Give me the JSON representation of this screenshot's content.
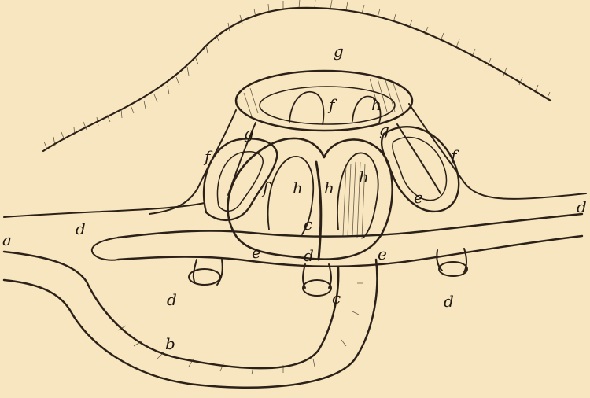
{
  "figure": {
    "labels": [
      {
        "id": "g-top",
        "text": "g"
      },
      {
        "id": "f-top",
        "text": "f"
      },
      {
        "id": "h-top",
        "text": "h"
      },
      {
        "id": "g-left",
        "text": "g"
      },
      {
        "id": "f-left",
        "text": "f"
      },
      {
        "id": "g-right",
        "text": "g"
      },
      {
        "id": "f-center",
        "text": "f"
      },
      {
        "id": "h-center-a",
        "text": "h"
      },
      {
        "id": "h-center-b",
        "text": "h"
      },
      {
        "id": "h-center-c",
        "text": "h"
      },
      {
        "id": "c-center",
        "text": "c"
      },
      {
        "id": "f-right",
        "text": "f"
      },
      {
        "id": "e-right-loop",
        "text": "e"
      },
      {
        "id": "a-left",
        "text": "a"
      },
      {
        "id": "d-left",
        "text": "d"
      },
      {
        "id": "e-mid-left",
        "text": "e"
      },
      {
        "id": "d-mid",
        "text": "d"
      },
      {
        "id": "e-mid-right",
        "text": "e"
      },
      {
        "id": "d-right-edge",
        "text": "d"
      },
      {
        "id": "d-lower-left",
        "text": "d"
      },
      {
        "id": "c-lower",
        "text": "c"
      },
      {
        "id": "d-lower-right",
        "text": "d"
      },
      {
        "id": "b-bottom",
        "text": "b"
      }
    ]
  }
}
